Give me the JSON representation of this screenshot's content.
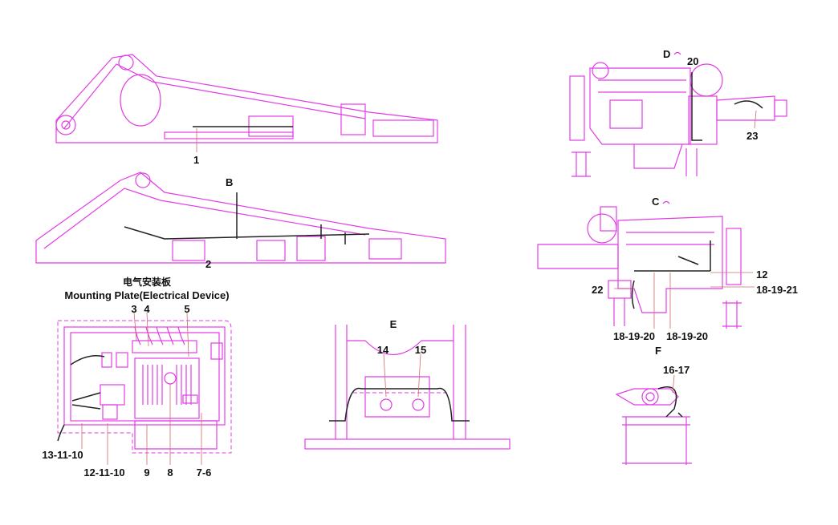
{
  "colors": {
    "outline": "#e23ce6",
    "wire": "#222222",
    "leader": "#d06a6a"
  },
  "views": {
    "boom_top": {
      "callouts": [
        "1"
      ]
    },
    "boom_bottom": {
      "view_label": "B",
      "callouts": [
        "2"
      ]
    },
    "mounting_plate": {
      "title_cn": "电气安装板",
      "title_en": "Mounting Plate(Electrical Device)",
      "top_callouts": [
        "3",
        "4",
        "5"
      ],
      "bottom_callouts": [
        "13-11-10",
        "12-11-10",
        "9",
        "8",
        "7-6"
      ]
    },
    "section_e": {
      "view_label": "E",
      "callouts": [
        "14",
        "15"
      ]
    },
    "engine_d": {
      "view_label": "D",
      "callouts": [
        "20",
        "23"
      ]
    },
    "engine_c": {
      "view_label": "C",
      "callouts": [
        "12",
        "18-19-21",
        "22",
        "18-19-20",
        "18-19-20"
      ]
    },
    "section_f": {
      "view_label": "F",
      "callouts": [
        "16-17"
      ]
    }
  }
}
